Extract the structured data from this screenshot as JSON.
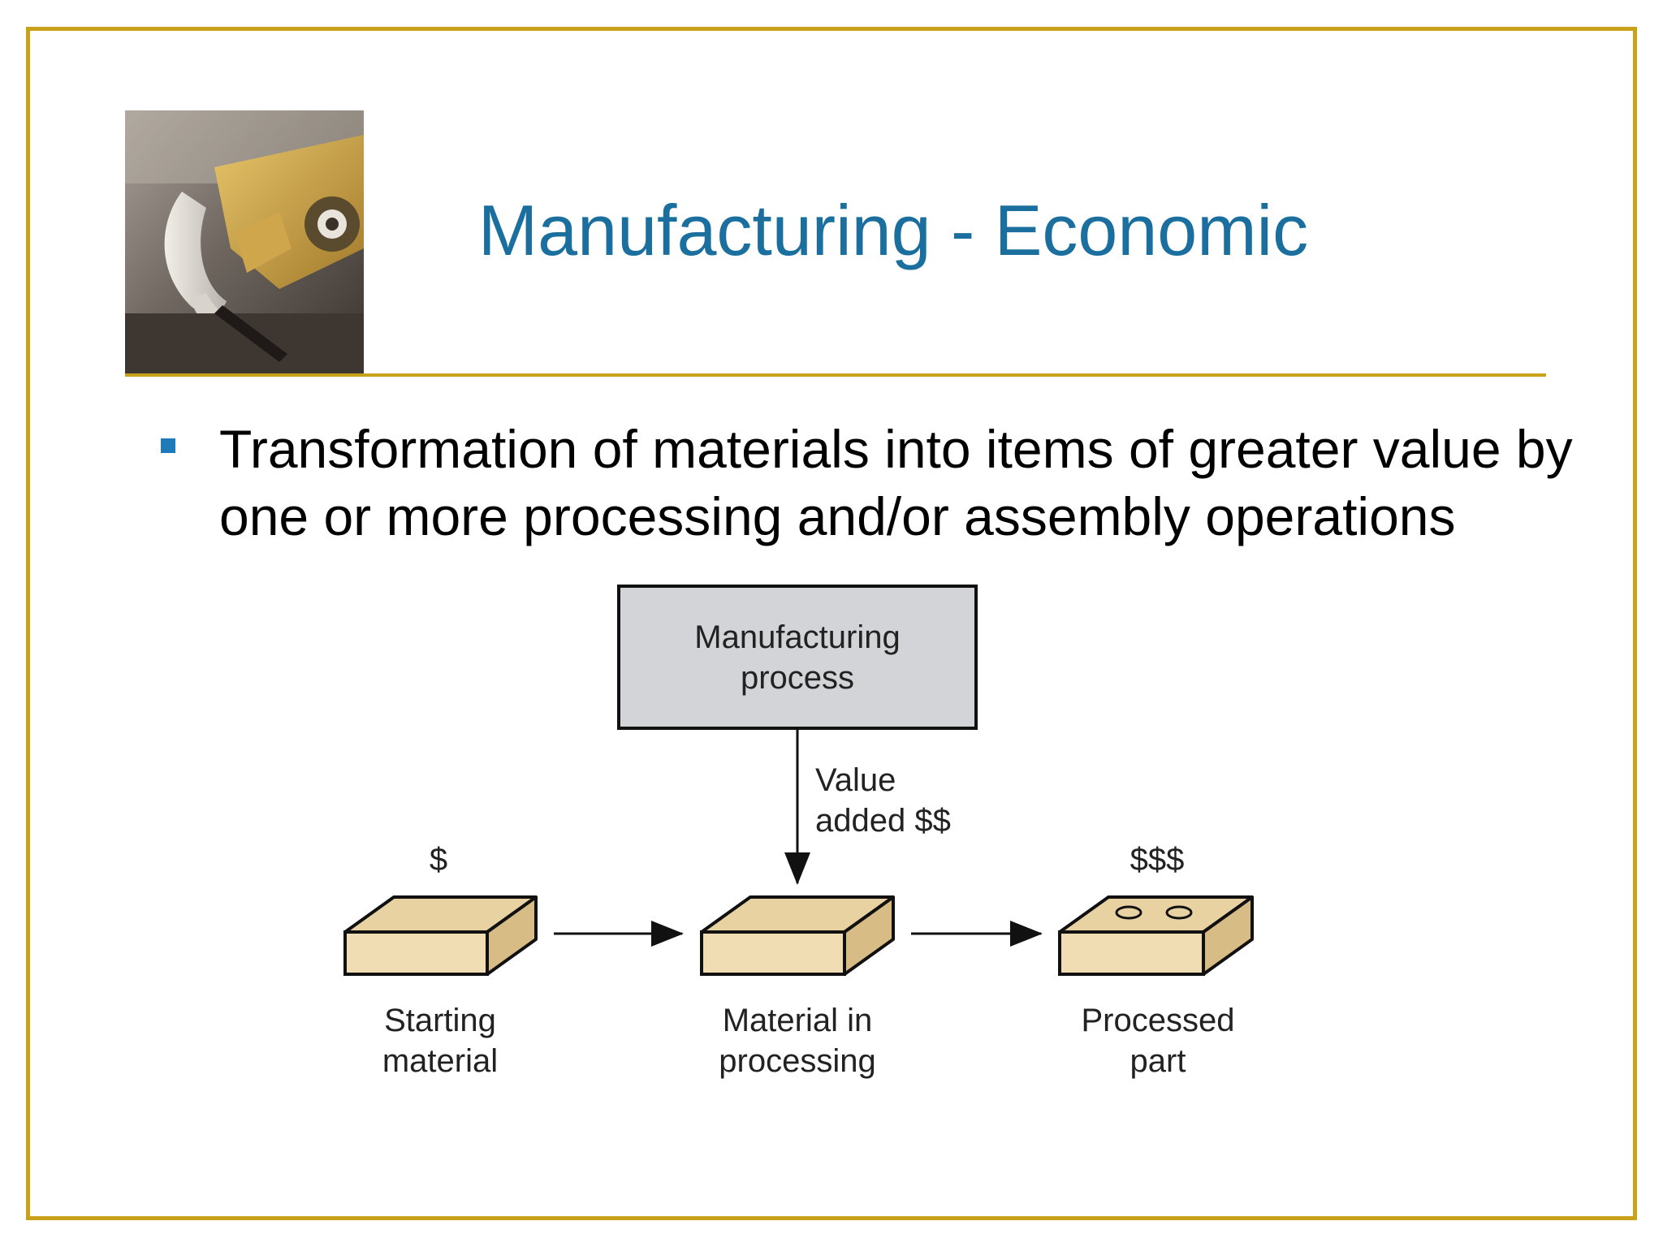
{
  "slide": {
    "title": "Manufacturing - Economic",
    "bullet": "Transformation of materials into items of greater value by one or more processing and/or assembly operations"
  },
  "diagram": {
    "process_box": {
      "line1": "Manufacturing",
      "line2": "process"
    },
    "arrow_label": {
      "line1": "Value",
      "line2": "added $$"
    },
    "stages": [
      {
        "value": "$",
        "line1": "Starting",
        "line2": "material"
      },
      {
        "value": "",
        "line1": "Material in",
        "line2": "processing"
      },
      {
        "value": "$$$",
        "line1": "Processed",
        "line2": "part"
      }
    ]
  },
  "colors": {
    "frame": "#c9a21c",
    "title": "#1a6f9f",
    "bullet": "#1e7ab8",
    "process_box_fill": "#d2d4d8",
    "block_front": "#f0ddb4",
    "block_top": "#e9d2a2",
    "block_side": "#d8bc86"
  },
  "icons": {
    "photo": "cutting-tool-photo",
    "bullet": "square-bullet-icon"
  }
}
